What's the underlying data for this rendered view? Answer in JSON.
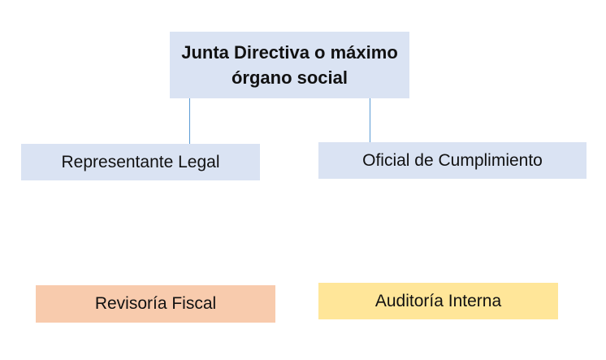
{
  "org_chart": {
    "board": "Junta Directiva o máximo órgano social",
    "legal_representative": "Representante Legal",
    "compliance_officer": "Oficial de Cumplimiento",
    "fiscal_review": "Revisoría Fiscal",
    "internal_audit": "Auditoría Interna"
  },
  "colors": {
    "box_blue": "#dae3f3",
    "box_peach": "#f8cbad",
    "box_yellow": "#ffe699",
    "connector": "#5b9bd5"
  }
}
